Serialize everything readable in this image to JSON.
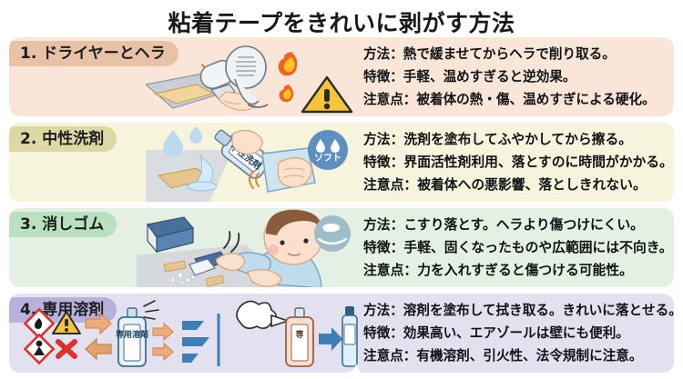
{
  "title": "粘着テープをきれいに剥がす方法",
  "sections": [
    {
      "chip": "1. ドライヤーとヘラ",
      "lines": [
        "方法：熱で緩ませてからヘラで削り取る。",
        "特徴：手軽、温めすぎると逆効果。",
        "注意点：被着体の熱・傷、温めすぎによる硬化。"
      ],
      "icons": [
        "hair-dryer-icon",
        "scraper-hand-icon",
        "flame-icon",
        "flame-icon",
        "warning-triangle-icon"
      ],
      "colors": {
        "body": "#fae6d9",
        "chip": "#e8c2a6"
      }
    },
    {
      "chip": "2. 中性洗剤",
      "lines": [
        "方法：洗剤を塗布してふやかしてから擦る。",
        "特徴：界面活性剤利用、落とすのに時間がかかる。",
        "注意点：被着体への悪影響、落としきれない。"
      ],
      "bottle_label": "中性洗剤",
      "badge_label": "ソフト",
      "icons": [
        "water-drop-icon",
        "detergent-bottle-icon",
        "cloth-wipe-hand-icon",
        "soft-badge-icon"
      ],
      "colors": {
        "body": "#f6f4dc",
        "chip": "#ded9a4"
      }
    },
    {
      "chip": "3. 消しゴム",
      "lines": [
        "方法：こすり落とす。ヘラより傷つけにくい。",
        "特徴：手軽、固くなったものや広範囲には不向き。",
        "注意点：力を入れすぎると傷つける可能性。"
      ],
      "icons": [
        "eraser-icon",
        "person-rubbing-icon",
        "eraser-badge-icon"
      ],
      "colors": {
        "body": "#e4f0e4",
        "chip": "#b9e0bf"
      }
    },
    {
      "chip": "4. 専用溶剤",
      "lines": [
        "方法：溶剤を塗布して拭き取る。きれいに落とせる。",
        "特徴：効果高い、エアゾールは壁にも便利。",
        "注意点：有機溶剤、引火性、法令規制に注意。"
      ],
      "can_label": "専用溶剤",
      "bottle_label": "専用溶剤",
      "icons": [
        "flame-hazard-diamond-icon",
        "warning-triangle-icon",
        "health-hazard-diamond-icon",
        "red-x-icon",
        "arrow-right-icon",
        "arrow-left-icon",
        "spray-can-icon",
        "solvent-bottle-icon",
        "sparkle-icon"
      ],
      "colors": {
        "body": "#e3e0f0",
        "chip": "#b9b1dc"
      }
    }
  ]
}
